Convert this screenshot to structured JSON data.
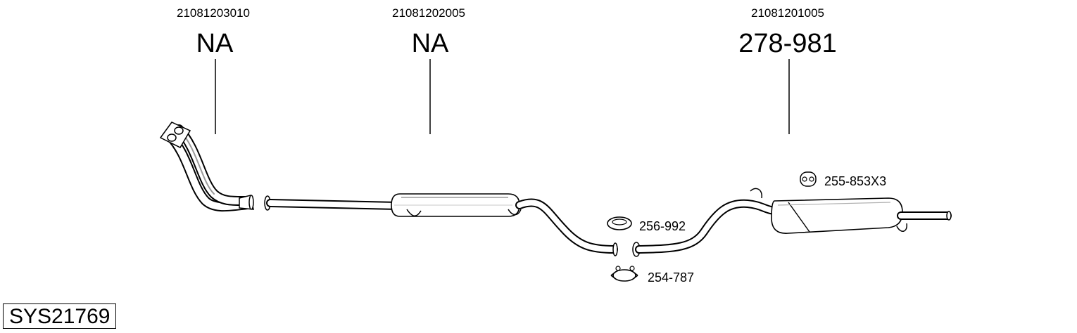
{
  "parts": [
    {
      "oe": "21081203010",
      "number": "NA"
    },
    {
      "oe": "21081202005",
      "number": "NA"
    },
    {
      "oe": "21081201005",
      "number": "278-981"
    }
  ],
  "accessories": [
    {
      "number": "255-853X3",
      "icon": "rubber-hanger-icon"
    },
    {
      "number": "256-992",
      "icon": "gasket-ring-icon"
    },
    {
      "number": "254-787",
      "icon": "pipe-clamp-icon"
    }
  ],
  "system_id": "SYS21769"
}
